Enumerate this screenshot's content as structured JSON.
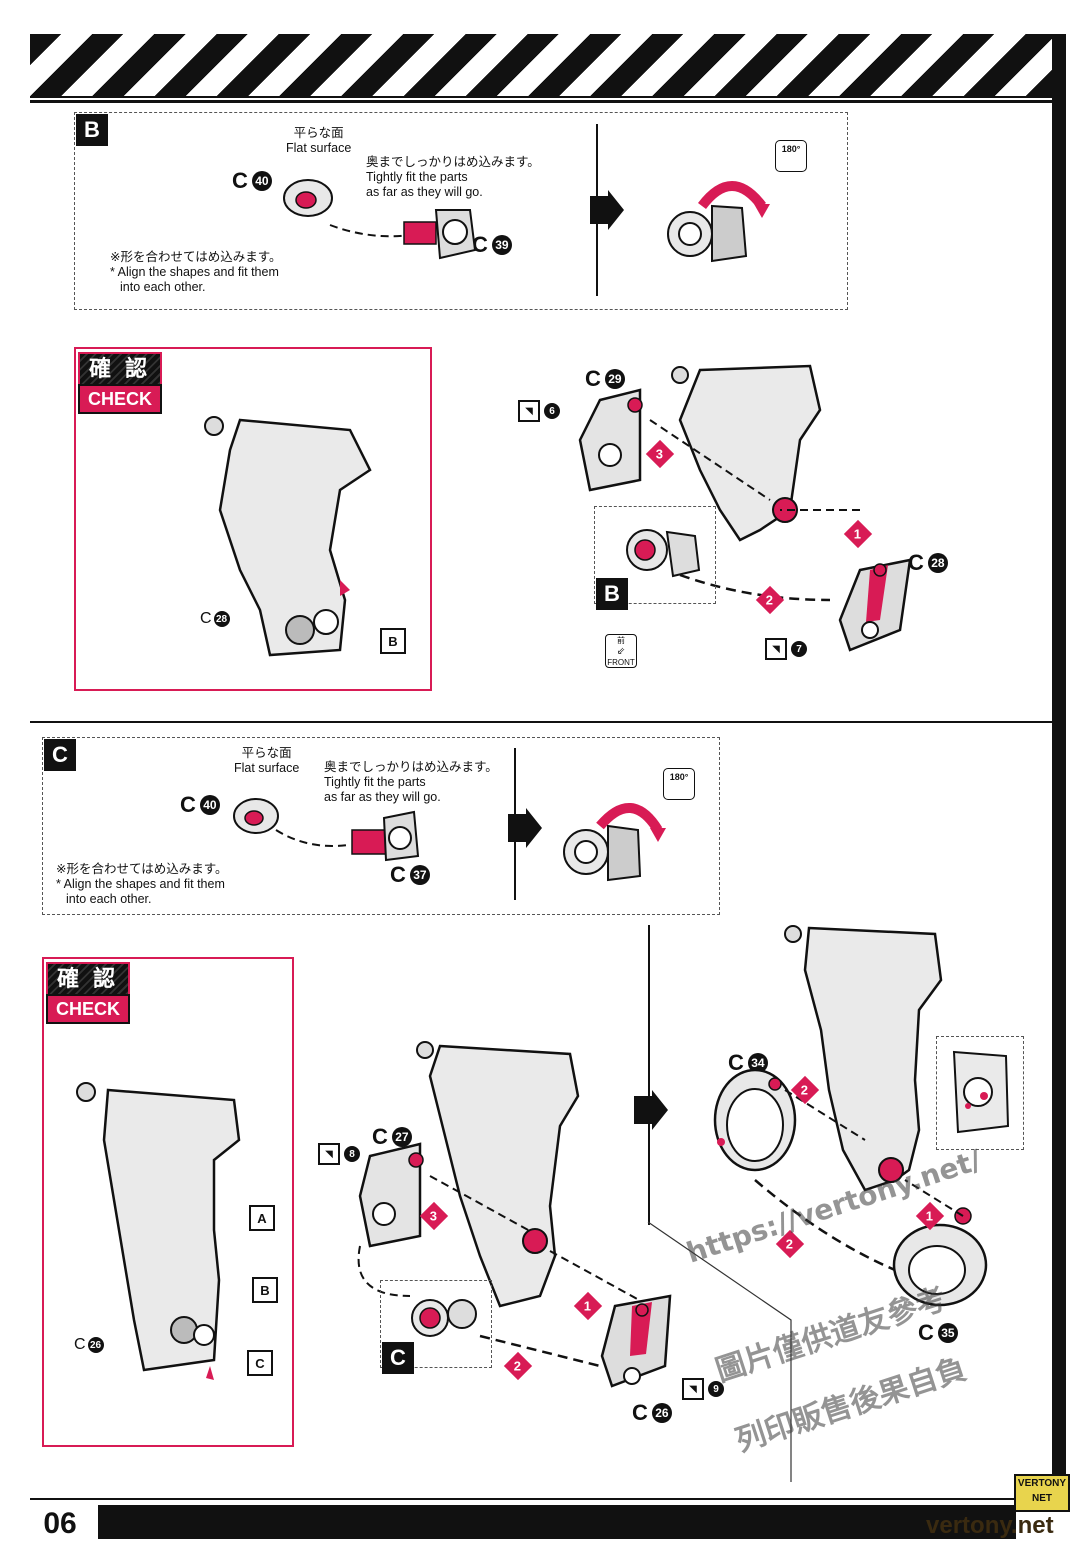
{
  "page": {
    "number": "06"
  },
  "common": {
    "flat_surface_ja": "平らな面",
    "flat_surface_en": "Flat surface",
    "fit_ja": "奥までしっかりはめ込みます。",
    "fit_en_1": "Tightly fit the parts",
    "fit_en_2": "as far as they will go.",
    "align_ja": "※形を合わせてはめ込みます。",
    "align_en_1": "* Align the shapes and fit them",
    "align_en_2": "into each other.",
    "rotate": "180°",
    "check_ja": "確 認",
    "check_en": "CHECK",
    "front_ja": "前",
    "front_en": "FRONT",
    "part_prefix": "C"
  },
  "section_b": {
    "badge": "B",
    "part_a": "40",
    "part_b": "39",
    "check_parts": {
      "c": "28",
      "badge": "B"
    },
    "assembly": {
      "top_part": "29",
      "right_part": "28",
      "sticker_top": "6",
      "sticker_bottom": "7",
      "sub_badge": "B",
      "steps": [
        "1",
        "2",
        "3"
      ]
    }
  },
  "section_c": {
    "badge": "C",
    "part_a": "40",
    "part_b": "37",
    "check_parts": {
      "c": "26",
      "badges": [
        "A",
        "B",
        "C"
      ]
    },
    "assembly": {
      "top_part": "27",
      "bottom_part": "26",
      "sticker_top": "8",
      "sticker_bottom": "9",
      "sub_badge": "C",
      "steps": [
        "1",
        "2",
        "3"
      ],
      "ring_part": "34",
      "ring_part_2": "35",
      "ring_steps": [
        "2",
        "2",
        "1"
      ]
    }
  },
  "watermark": {
    "url": "https://vertony.net/",
    "line1": "圖片僅供道友參考",
    "line2": "列印販售後果自負",
    "logo_top": "VERTONY",
    "logo_sub": "NET",
    "logo_name": "vertony.net"
  },
  "colors": {
    "accent": "#d81b55",
    "ink": "#111111"
  }
}
